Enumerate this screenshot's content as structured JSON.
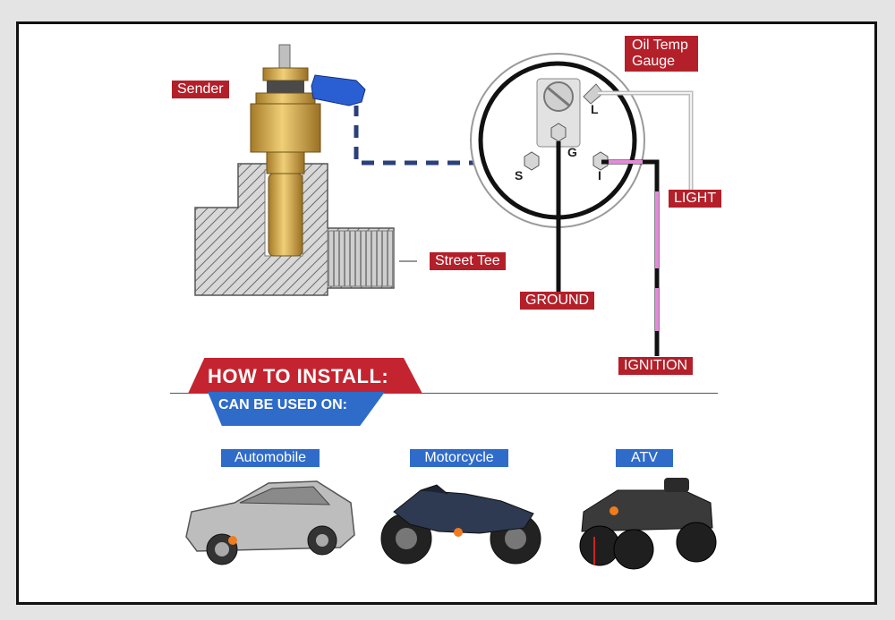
{
  "labels": {
    "sender": "Sender",
    "oil_temp_gauge": "Oil Temp Gauge",
    "light": "LIGHT",
    "street_tee": "Street Tee",
    "ground": "GROUND",
    "ignition": "IGNITION"
  },
  "terminals": {
    "s": "S",
    "g": "G",
    "i": "I",
    "l": "L"
  },
  "banner": {
    "title": "HOW TO INSTALL:",
    "subtitle": "CAN BE USED ON:"
  },
  "vehicles": {
    "automobile": "Automobile",
    "motorcycle": "Motorcycle",
    "atv": "ATV"
  },
  "colors": {
    "label_red": "#b3202a",
    "label_blue": "#2f6cc9",
    "brass": "#c9a043",
    "accent_orange": "#f07c1e"
  }
}
